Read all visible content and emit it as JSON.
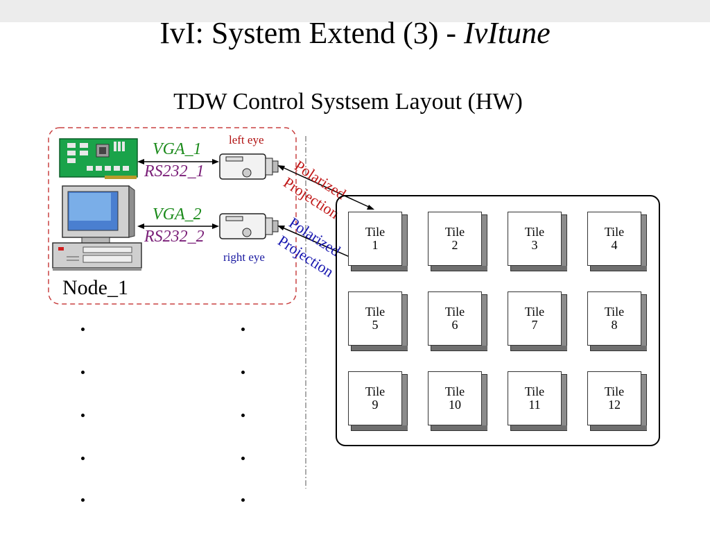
{
  "slide": {
    "title_main": "IvI: System Extend (3)  - ",
    "title_italic": "IvItune",
    "subtitle": "TDW Control Systsem Layout (HW)"
  },
  "node": {
    "label": "Node_1",
    "link1": {
      "vga": "VGA_1",
      "rs232": "RS232_1",
      "eye": "left eye"
    },
    "link2": {
      "vga": "VGA_2",
      "rs232": "RS232_2",
      "eye": "right eye"
    }
  },
  "projection": {
    "top": {
      "line1": "Polarized",
      "line2": "Projection",
      "color": "#c01818"
    },
    "bottom": {
      "line1": "Polarized",
      "line2": "Projection",
      "color": "#1818b0"
    }
  },
  "tiles": [
    {
      "word": "Tile",
      "num": "1"
    },
    {
      "word": "Tile",
      "num": "2"
    },
    {
      "word": "Tile",
      "num": "3"
    },
    {
      "word": "Tile",
      "num": "4"
    },
    {
      "word": "Tile",
      "num": "5"
    },
    {
      "word": "Tile",
      "num": "6"
    },
    {
      "word": "Tile",
      "num": "7"
    },
    {
      "word": "Tile",
      "num": "8"
    },
    {
      "word": "Tile",
      "num": "9"
    },
    {
      "word": "Tile",
      "num": "10"
    },
    {
      "word": "Tile",
      "num": "11"
    },
    {
      "word": "Tile",
      "num": "12"
    }
  ],
  "colors": {
    "vga": "#1a8a1a",
    "rs232": "#7a1f78",
    "left_eye": "#b01010",
    "right_eye": "#1818a0",
    "node_border": "#c84040",
    "pcb": "#1aa34a"
  }
}
